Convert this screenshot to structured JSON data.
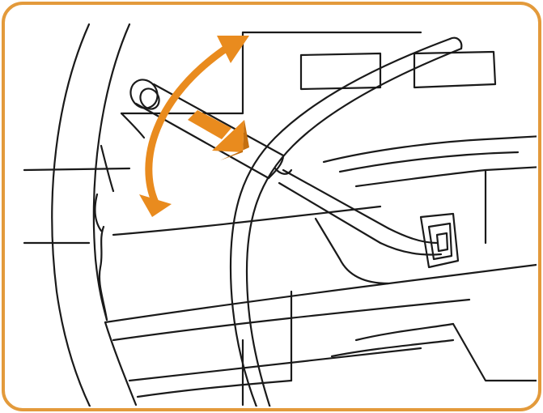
{
  "illustration": {
    "colors": {
      "frame_border": "#E39A3B",
      "line_art": "#1A1A1A",
      "arrow_accent": "#E98B1E",
      "background": "#FFFFFF"
    },
    "icons": [
      "steering-wheel",
      "adjustment-lever",
      "double-headed-curved-arrow",
      "pull-arrow"
    ]
  }
}
